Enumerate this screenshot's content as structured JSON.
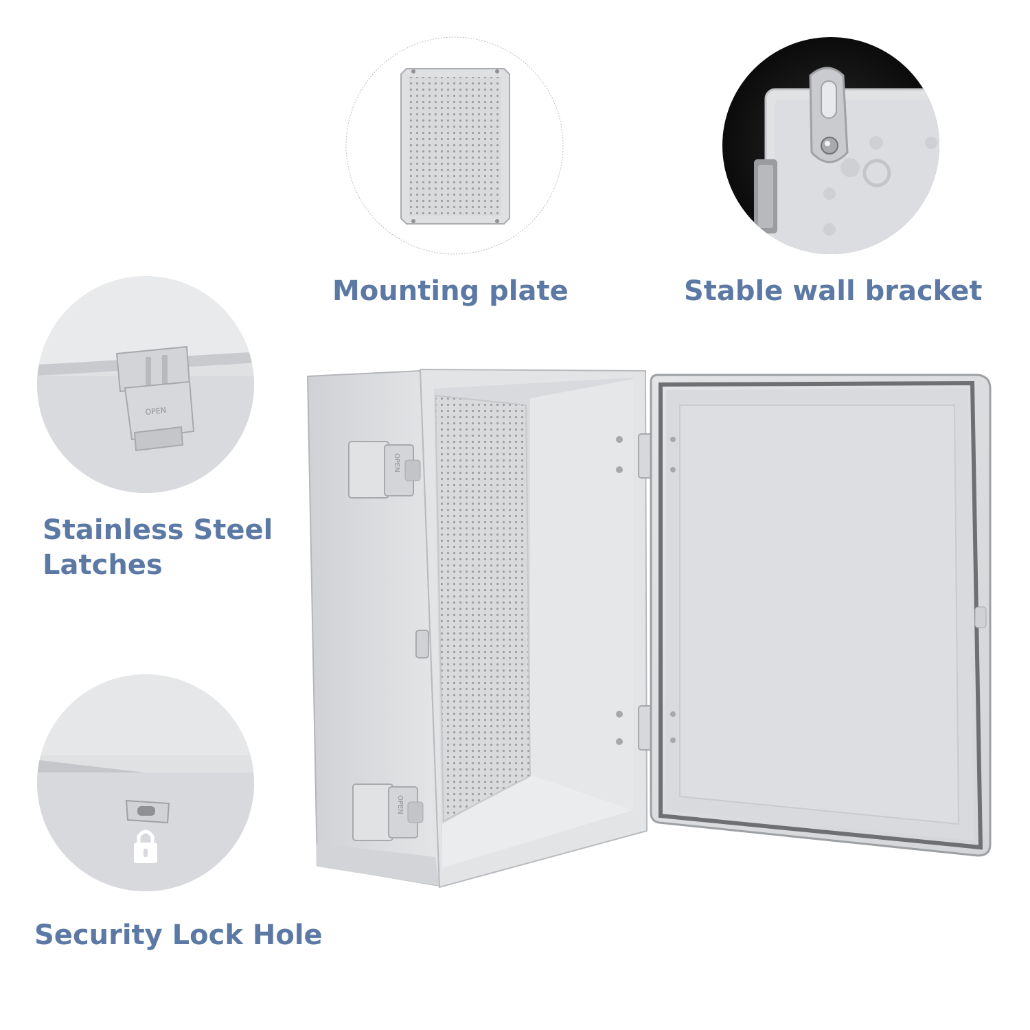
{
  "features": {
    "mounting_plate": "Mounting plate",
    "wall_bracket": "Stable wall bracket",
    "latches_line1": "Stainless Steel",
    "latches_line2": "Latches",
    "lock_hole": "Security Lock Hole"
  },
  "product": {
    "latch_text": "OPEN",
    "icons": [
      "padlock-icon"
    ]
  },
  "colors": {
    "label_text": "#5b79a4",
    "plastic": "#dfe0e2",
    "plastic_shadow": "#b9bbbe"
  }
}
